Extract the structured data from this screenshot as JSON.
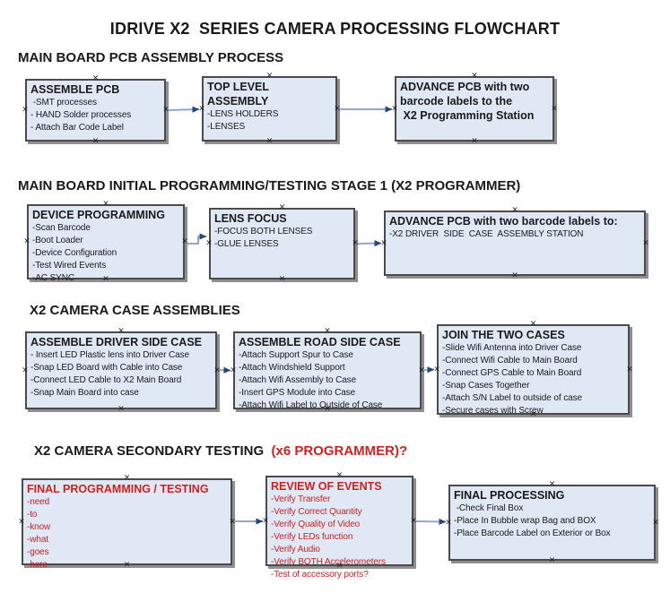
{
  "title": "IDRIVE X2  SERIES CAMERA PROCESSING FLOWCHART",
  "icons": {
    "connection_marker": "×"
  },
  "colors": {
    "box_fill": "#dfe8f4",
    "box_border": "#4b4b4b",
    "box_shadow": "#8f8f8f",
    "red_text": "#cc2222",
    "arrow_line": "#92a7c6",
    "arrow_head": "#26477c"
  },
  "sections": [
    {
      "heading": "MAIN BOARD PCB ASSEMBLY PROCESS"
    },
    {
      "heading": "MAIN BOARD INITIAL PROGRAMMING/TESTING STAGE 1 (X2 PROGRAMMER)"
    },
    {
      "heading": "X2 CAMERA CASE ASSEMBLIES"
    },
    {
      "heading_black": "X2 CAMERA SECONDARY TESTING ",
      "heading_red": " (x6 PROGRAMMER)?"
    }
  ],
  "boxes": {
    "a": {
      "title": "ASSEMBLE PCB",
      "items": [
        " -SMT processes",
        "- HAND Solder processes",
        "- Attach Bar Code Label"
      ]
    },
    "b": {
      "title": "TOP LEVEL ASSEMBLY",
      "items": [
        "-LENS HOLDERS",
        "-LENSES"
      ]
    },
    "c": {
      "title": "ADVANCE PCB with two\nbarcode labels to the\n X2 Programming Station",
      "items": []
    },
    "d": {
      "title": "DEVICE PROGRAMMING",
      "items": [
        "-Scan Barcode",
        "-Boot Loader",
        "-Device Configuration",
        "-Test Wired Events",
        "-AC SYNC"
      ]
    },
    "e": {
      "title": "LENS FOCUS",
      "items": [
        "-FOCUS BOTH LENSES",
        "-GLUE LENSES"
      ]
    },
    "f": {
      "title": "ADVANCE PCB with two barcode labels to:",
      "items": [
        "-X2 DRIVER  SIDE  CASE  ASSEMBLY STATION"
      ]
    },
    "g": {
      "title": "ASSEMBLE DRIVER SIDE CASE",
      "items": [
        "- Insert LED Plastic lens into Driver Case",
        "-Snap LED Board with Cable into Case",
        "-Connect LED Cable to X2 Main Board",
        "-Snap Main Board into case"
      ]
    },
    "h": {
      "title": "ASSEMBLE ROAD SIDE CASE",
      "items": [
        "-Attach Support Spur to Case",
        "-Attach Windshield Support",
        "-Attach Wifi Assembly to Case",
        "-Insert GPS Module into Case",
        "-Attach Wifi Label to Outside of Case"
      ]
    },
    "i": {
      "title": "JOIN THE TWO CASES",
      "items": [
        "-Slide Wifi Antenna into Driver Case",
        "-Connect Wifi Cable to Main Board",
        "-Connect GPS Cable to Main Board",
        "-Snap Cases Together",
        "-Attach S/N Label to outside of case",
        "-Secure cases with Screw"
      ]
    },
    "j": {
      "title": "FINAL PROGRAMMING / TESTING",
      "items": [
        "-need",
        "-to",
        "-know",
        "-what",
        "-goes",
        "-here"
      ]
    },
    "k": {
      "title": "REVIEW OF EVENTS",
      "items": [
        "-Verify Transfer",
        "-Verify Correct Quantity",
        "-Verify Quality of Video",
        "-Verify LEDs function",
        "-Verify Audio",
        "-Verify BOTH Accelerometers",
        "-Test of accessory ports?"
      ]
    },
    "l": {
      "title": "FINAL PROCESSING",
      "items": [
        " -Check Final Box",
        "-Place In Bubble wrap Bag and BOX",
        "-Place Barcode Label on Exterior or Box"
      ]
    }
  }
}
